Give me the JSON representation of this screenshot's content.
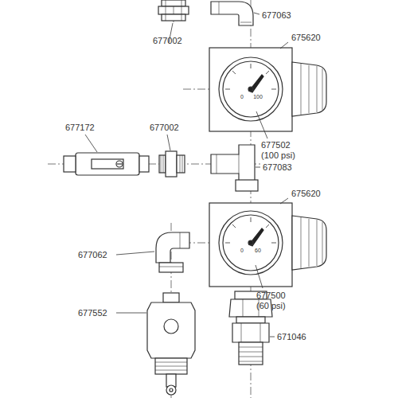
{
  "diagram": {
    "labels": [
      "677063",
      "677002",
      "675620",
      "0",
      "100",
      "677502",
      "(100 psi)",
      "677172",
      "677002",
      "677083",
      "675620",
      "0",
      "60",
      "677062",
      "677500",
      "(60 psi)",
      "677552",
      "671046"
    ]
  }
}
